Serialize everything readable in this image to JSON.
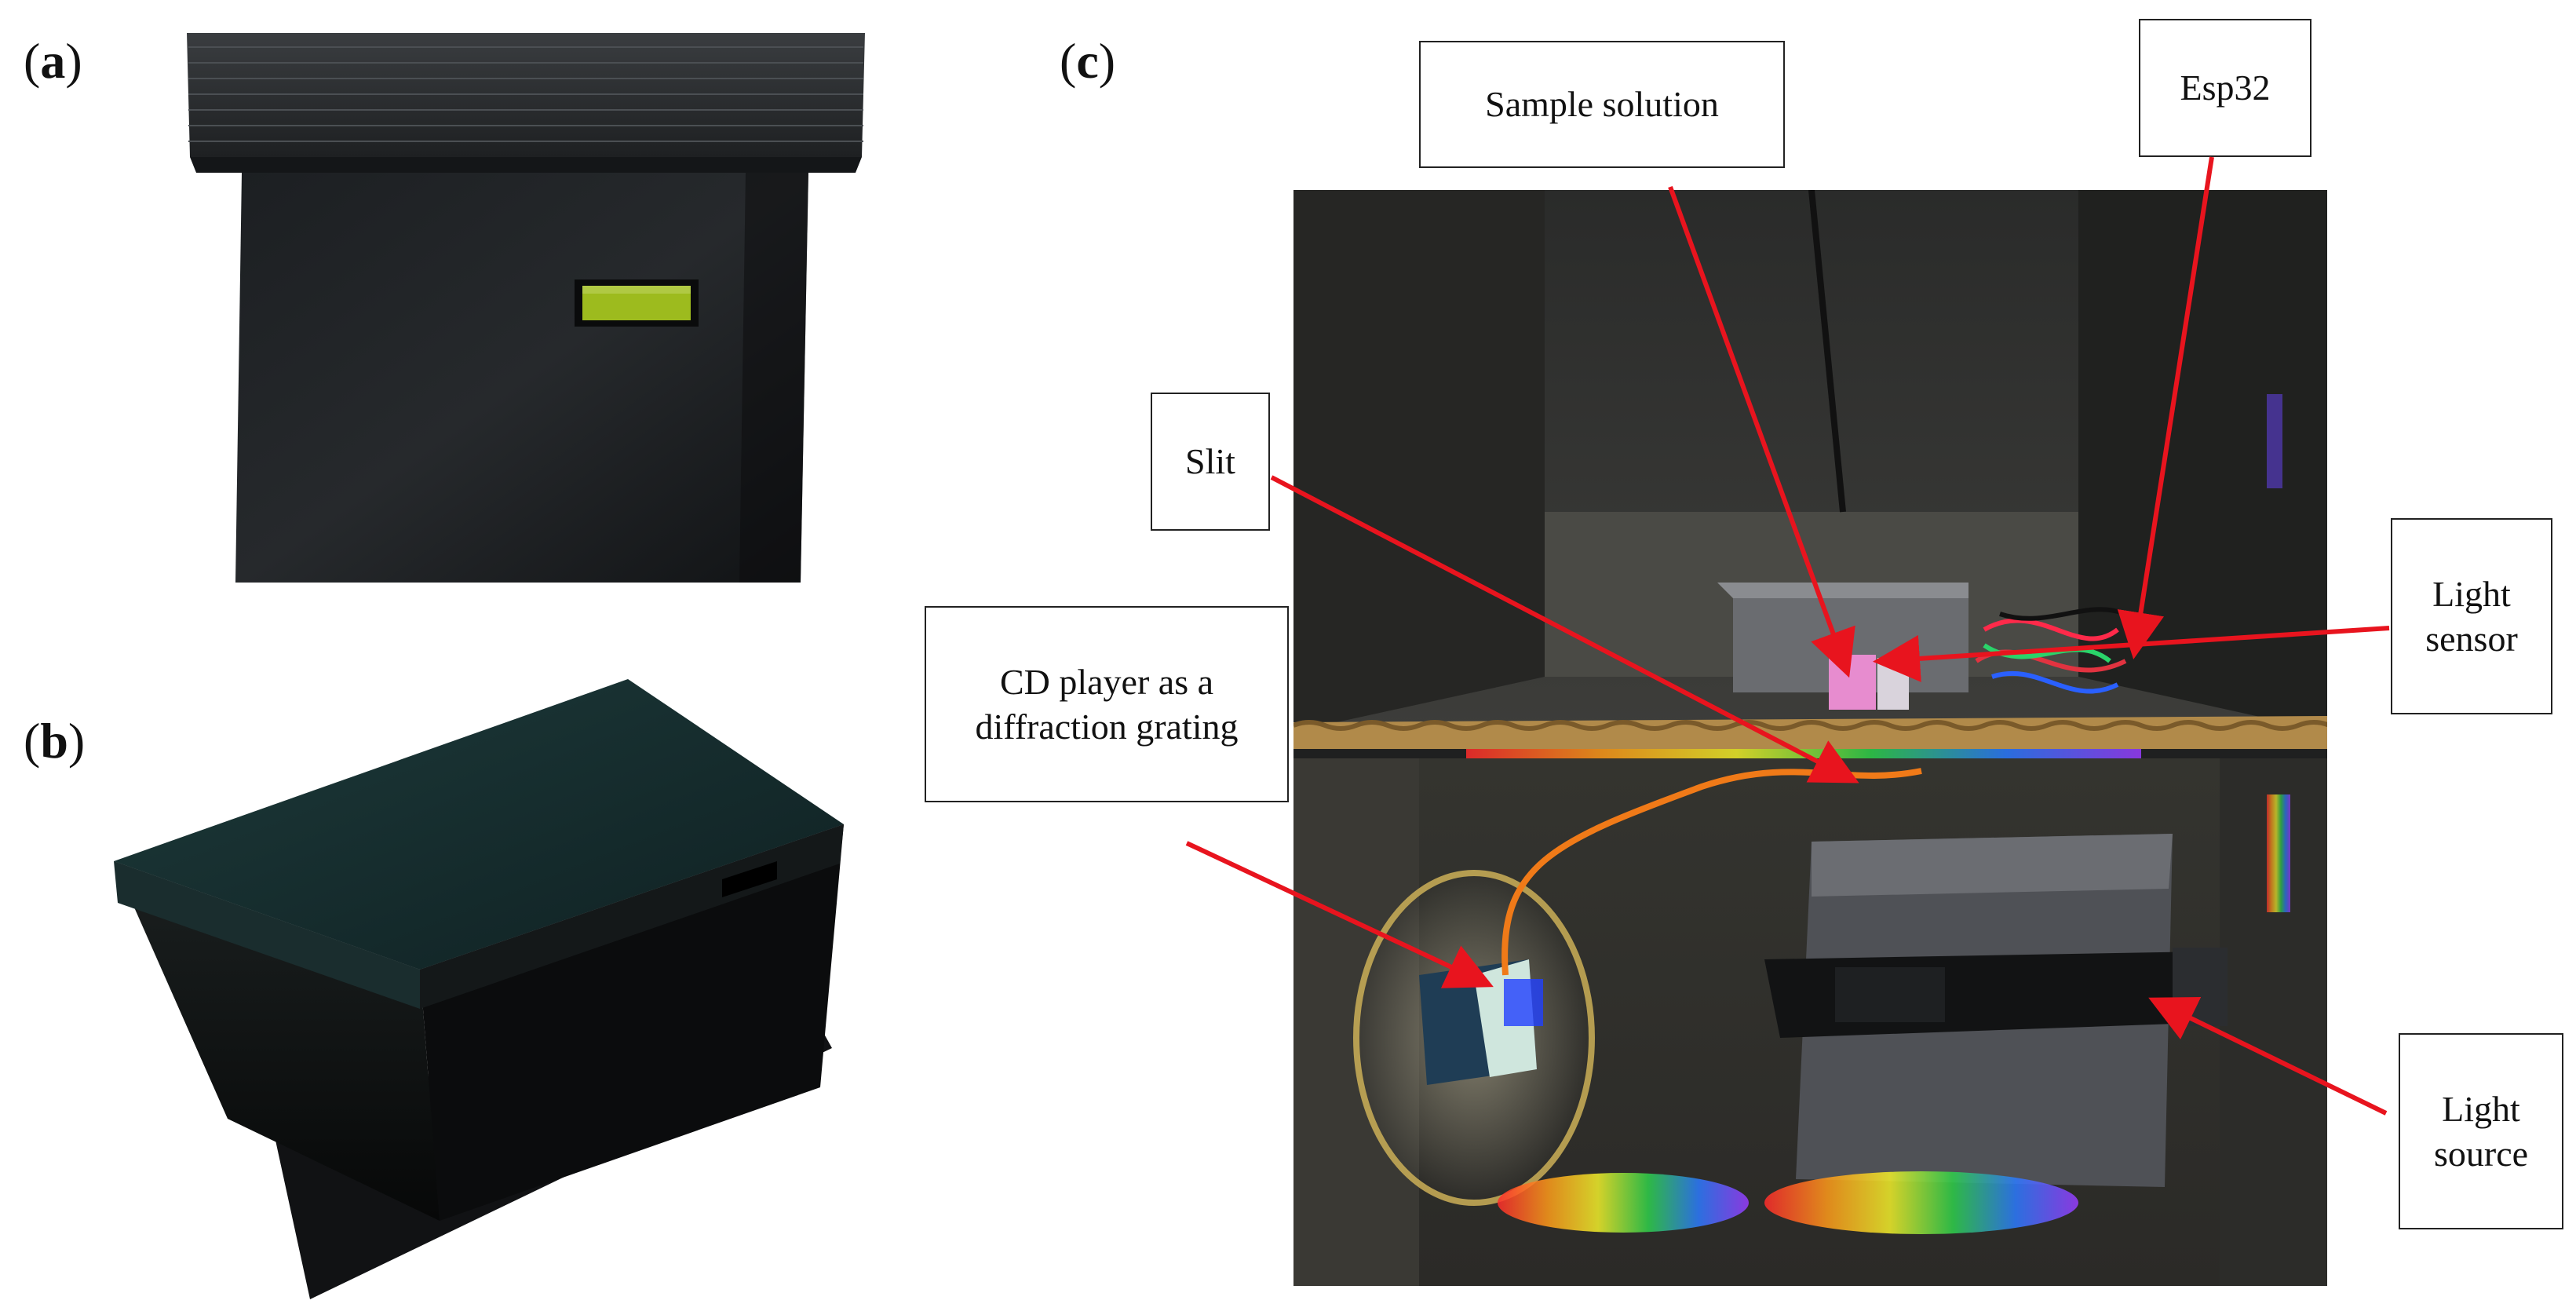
{
  "panels": {
    "a": {
      "label_open": "(",
      "label_letter": "a",
      "label_close": ")"
    },
    "b": {
      "label_open": "(",
      "label_letter": "b",
      "label_close": ")"
    },
    "c": {
      "label_open": "(",
      "label_letter": "c",
      "label_close": ")"
    }
  },
  "callouts": {
    "sample_solution": "Sample solution",
    "esp32": "Esp32",
    "slit": "Slit",
    "light_sensor": "Light\nsensor",
    "cd_player": "CD player as a\ndiffraction grating",
    "light_source": "Light\nsource"
  },
  "colors": {
    "arrow": "#e8141e",
    "box_black": "#15181b",
    "lcd": "#9dbb1e"
  }
}
